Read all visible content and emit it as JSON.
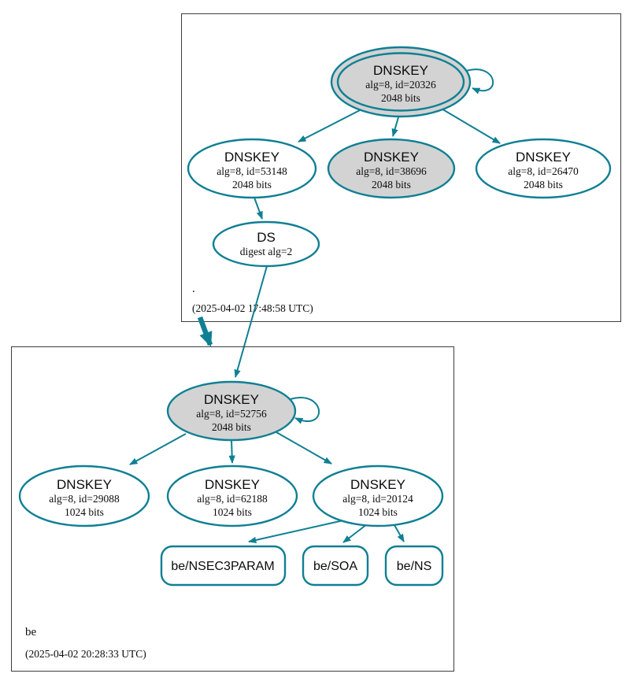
{
  "colors": {
    "accent_teal": "#0f7f93",
    "ksk_fill_gray": "#d3d3d3",
    "node_fill_white": "#ffffff",
    "box_border": "#3d3d3d"
  },
  "root_zone": {
    "label": ".",
    "timestamp": "(2025-04-02 17:48:58 UTC)",
    "ksk": {
      "type": "DNSKEY",
      "detail": "alg=8, id=20326",
      "bits": "2048 bits",
      "fill": "#d3d3d3",
      "border": "double"
    },
    "zsk1": {
      "type": "DNSKEY",
      "detail": "alg=8, id=53148",
      "bits": "2048 bits",
      "fill": "#ffffff"
    },
    "zsk2": {
      "type": "DNSKEY",
      "detail": "alg=8, id=38696",
      "bits": "2048 bits",
      "fill": "#d3d3d3"
    },
    "zsk3": {
      "type": "DNSKEY",
      "detail": "alg=8, id=26470",
      "bits": "2048 bits",
      "fill": "#ffffff"
    },
    "ds": {
      "type": "DS",
      "detail": "digest alg=2",
      "fill": "#ffffff"
    }
  },
  "be_zone": {
    "label": "be",
    "timestamp": "(2025-04-02 20:28:33 UTC)",
    "ksk": {
      "type": "DNSKEY",
      "detail": "alg=8, id=52756",
      "bits": "2048 bits",
      "fill": "#d3d3d3"
    },
    "zsk1": {
      "type": "DNSKEY",
      "detail": "alg=8, id=29088",
      "bits": "1024 bits",
      "fill": "#ffffff"
    },
    "zsk2": {
      "type": "DNSKEY",
      "detail": "alg=8, id=62188",
      "bits": "1024 bits",
      "fill": "#ffffff"
    },
    "zsk3": {
      "type": "DNSKEY",
      "detail": "alg=8, id=20124",
      "bits": "1024 bits",
      "fill": "#ffffff"
    },
    "rrsets": [
      {
        "label": "be/NSEC3PARAM"
      },
      {
        "label": "be/SOA"
      },
      {
        "label": "be/NS"
      }
    ]
  }
}
